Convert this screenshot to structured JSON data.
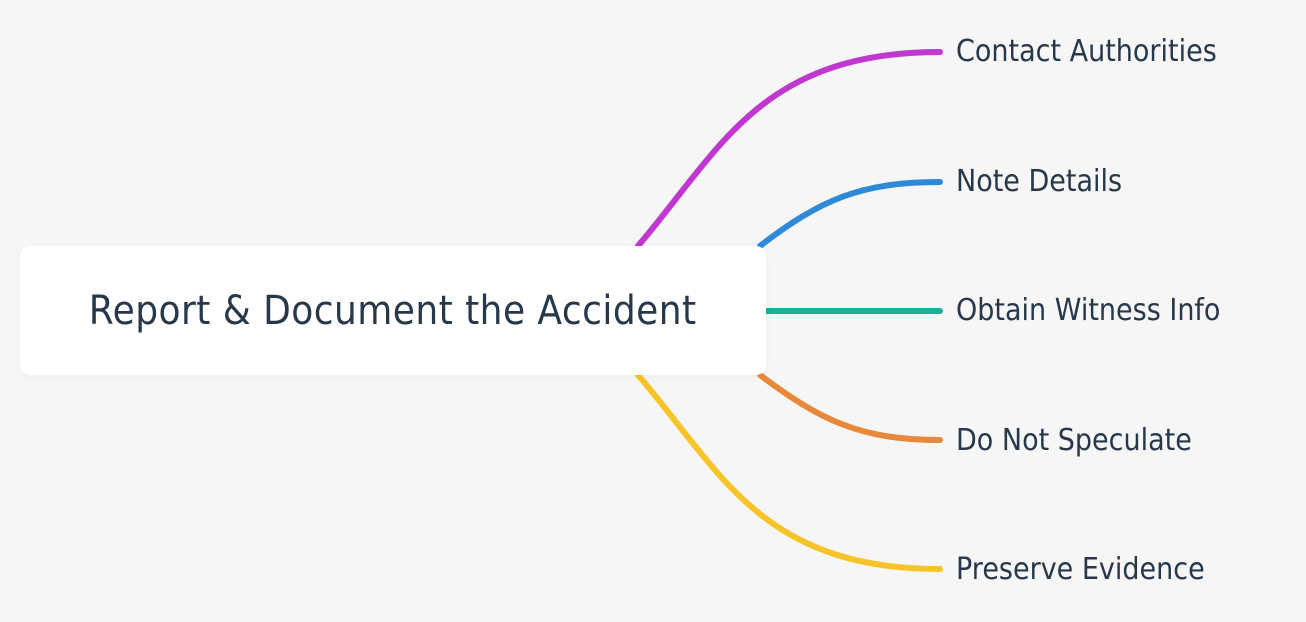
{
  "root": {
    "label": "Report & Document the Accident"
  },
  "branches": [
    {
      "label": "Contact Authorities",
      "color": "#c038d0"
    },
    {
      "label": "Note Details",
      "color": "#2e8ad8"
    },
    {
      "label": "Obtain Witness Info",
      "color": "#1ab09a"
    },
    {
      "label": "Do Not Speculate",
      "color": "#e8883a"
    },
    {
      "label": "Preserve Evidence",
      "color": "#f6c428"
    }
  ]
}
